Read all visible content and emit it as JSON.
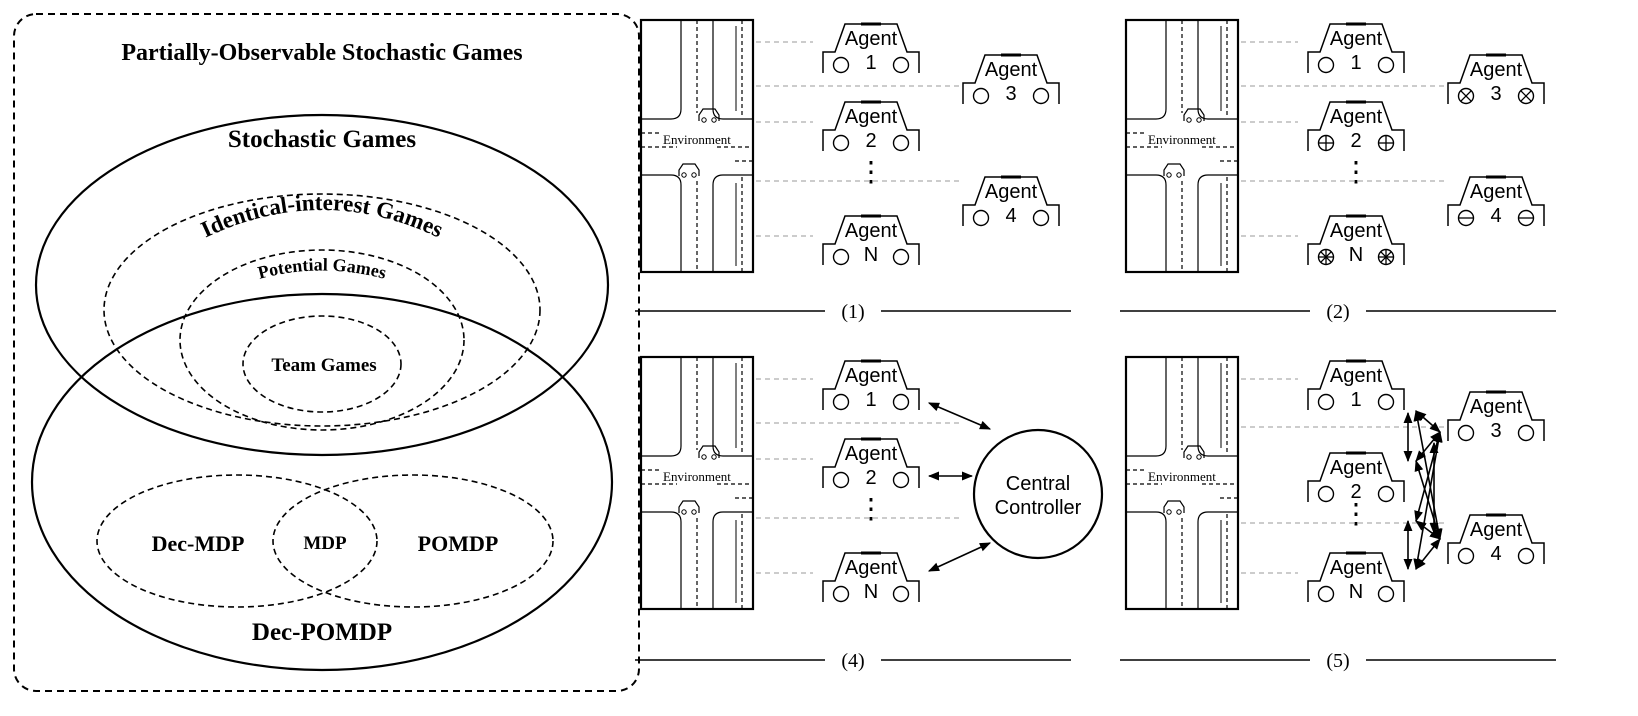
{
  "venn": {
    "outer_title": "Partially-Observable Stochastic Games",
    "stochastic_games": "Stochastic Games",
    "identical_interest": "Identical-interest Games",
    "potential_games": "Potential Games",
    "team_games": "Team Games",
    "dec_mdp": "Dec-MDP",
    "mdp": "MDP",
    "pomdp": "POMDP",
    "dec_pomdp": "Dec-POMDP"
  },
  "common": {
    "environment_label": "Environment",
    "agent_word": "Agent",
    "ellipsis": "⋮"
  },
  "panels": [
    {
      "caption": "(1)",
      "left_agents": [
        {
          "id": "1",
          "marker": "plain"
        },
        {
          "id": "2",
          "marker": "plain"
        },
        {
          "id": "N",
          "marker": "plain"
        }
      ],
      "right_agents": [
        {
          "id": "3",
          "marker": "plain"
        },
        {
          "id": "4",
          "marker": "plain"
        }
      ],
      "connection": "none"
    },
    {
      "caption": "(2)",
      "left_agents": [
        {
          "id": "1",
          "marker": "plain"
        },
        {
          "id": "2",
          "marker": "oplus"
        },
        {
          "id": "N",
          "marker": "asterisk"
        }
      ],
      "right_agents": [
        {
          "id": "3",
          "marker": "otimes"
        },
        {
          "id": "4",
          "marker": "ominus"
        }
      ],
      "connection": "none"
    },
    {
      "caption": "(4)",
      "left_agents": [
        {
          "id": "1",
          "marker": "plain"
        },
        {
          "id": "2",
          "marker": "plain"
        },
        {
          "id": "N",
          "marker": "plain"
        }
      ],
      "right_agents": [],
      "controller_label": [
        "Central",
        "Controller"
      ],
      "connection": "central"
    },
    {
      "caption": "(5)",
      "left_agents": [
        {
          "id": "1",
          "marker": "plain"
        },
        {
          "id": "2",
          "marker": "plain"
        },
        {
          "id": "N",
          "marker": "plain"
        }
      ],
      "right_agents": [
        {
          "id": "3",
          "marker": "plain"
        },
        {
          "id": "4",
          "marker": "plain"
        }
      ],
      "connection": "decentralized"
    }
  ]
}
